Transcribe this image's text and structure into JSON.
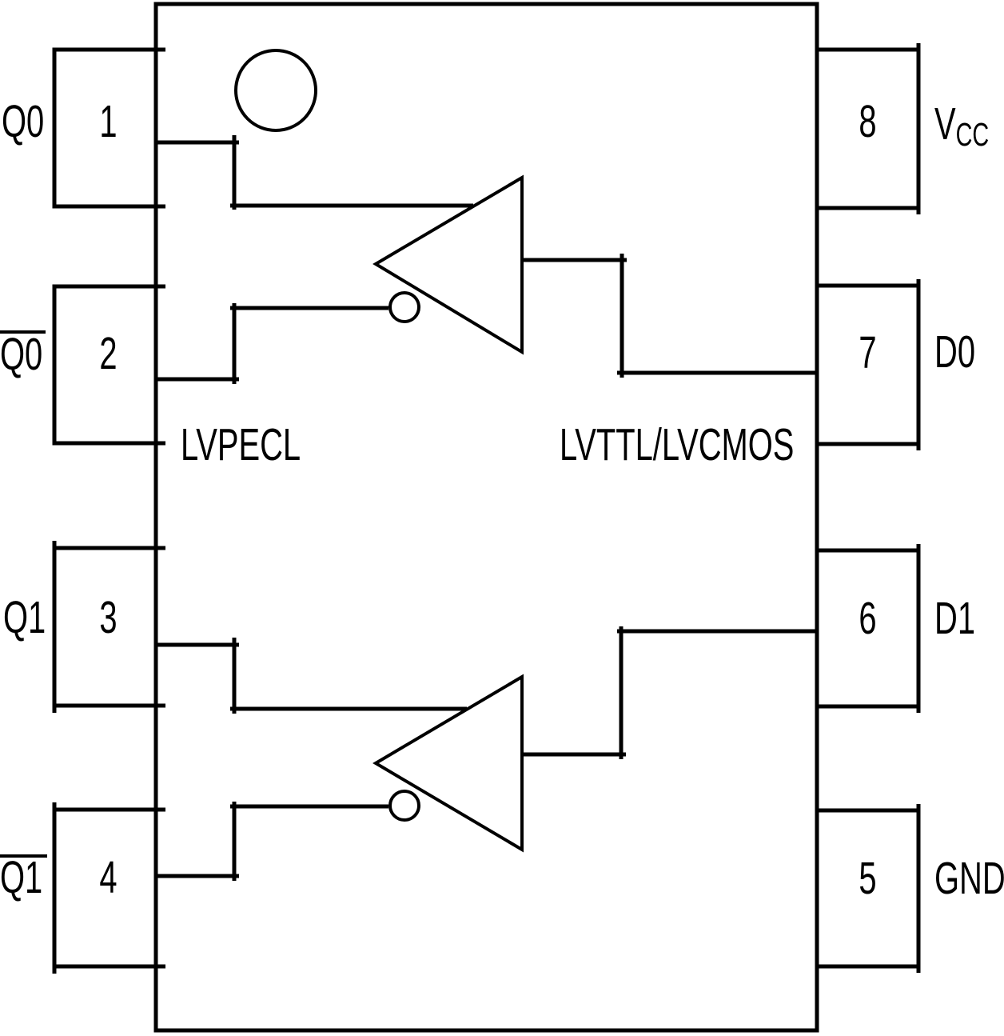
{
  "pins": {
    "left": [
      {
        "number": "1",
        "label": "Q0",
        "overline": false
      },
      {
        "number": "2",
        "label": "Q0",
        "overline": true
      },
      {
        "number": "3",
        "label": "Q1",
        "overline": false
      },
      {
        "number": "4",
        "label": "Q1",
        "overline": true
      }
    ],
    "right": [
      {
        "number": "8",
        "label_main": "V",
        "label_sub": "CC"
      },
      {
        "number": "7",
        "label": "D0"
      },
      {
        "number": "6",
        "label": "D1"
      },
      {
        "number": "5",
        "label": "GND"
      }
    ]
  },
  "regions": {
    "left_standard": "LVPECL",
    "right_standard": "LVTTL/LVCMOS"
  },
  "colors": {
    "line": "#000000",
    "background": "#ffffff",
    "text": "#000000"
  }
}
